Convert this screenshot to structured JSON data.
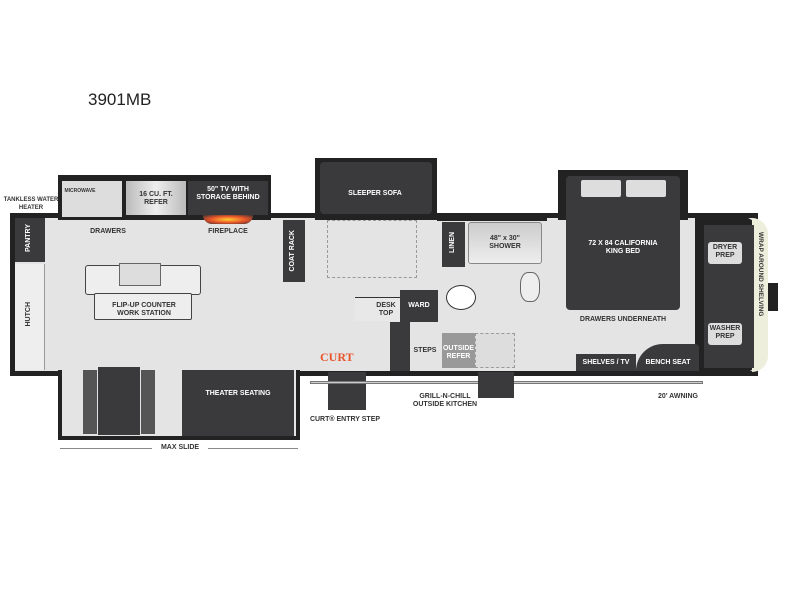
{
  "title": "3901MB",
  "labels": {
    "tankless": "TANKLESS WATER HEATER",
    "microwave": "MICROWAVE",
    "refer": "16 CU. FT. REFER",
    "tv": "50\" TV WITH STORAGE BEHIND",
    "drawers": "DRAWERS",
    "fireplace": "FIREPLACE",
    "pantry": "PANTRY",
    "hutch": "HUTCH",
    "island": "FLIP-UP COUNTER WORK STATION",
    "coat_rack": "COAT RACK",
    "sleeper_sofa": "SLEEPER SOFA",
    "desk_top": "DESK TOP",
    "ward": "WARD",
    "curt_logo": "CURT",
    "theater": "THEATER SEATING",
    "entry_step": "CURT® ENTRY STEP",
    "max_slide": "MAX SLIDE",
    "linen": "LINEN",
    "shower": "48\" x 30\" SHOWER",
    "steps": "STEPS",
    "outside_refer": "OUTSIDE REFER",
    "grill": "GRILL-N-CHILL OUTSIDE KITCHEN",
    "bed": "72 X 84 CALIFORNIA KING BED",
    "drawers_under": "DRAWERS UNDERNEATH",
    "shelves_tv": "SHELVES / TV",
    "bench": "BENCH SEAT",
    "awning": "20' AWNING",
    "dryer": "DRYER PREP",
    "washer": "WASHER PREP",
    "wrap": "WRAP AROUND SHELVING"
  },
  "colors": {
    "accent": "#e8542a",
    "dark": "#3a3a3c",
    "floor": "#e4e4e4"
  }
}
